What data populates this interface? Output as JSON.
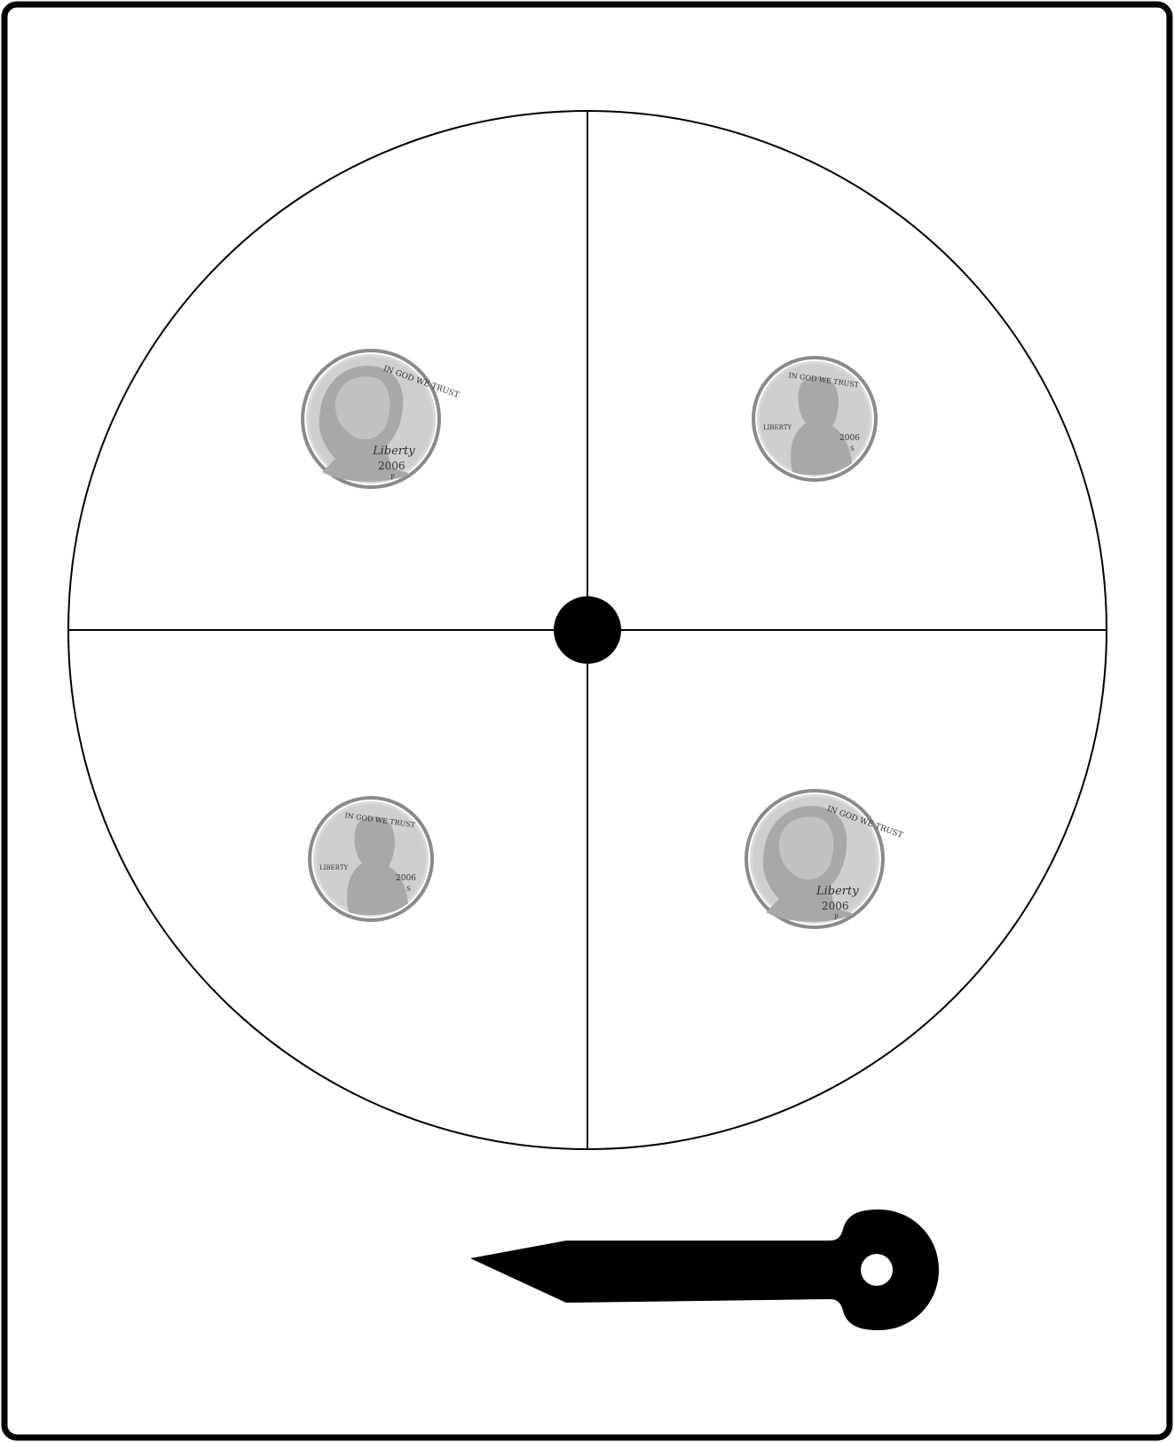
{
  "colors": {
    "ink": "#000000",
    "paper": "#ffffff",
    "coin_rim": "#8a8a8a",
    "coin_face": "#d4d4d4",
    "coin_shadow": "#a8a8a8",
    "coin_text": "#333333"
  },
  "spinner": {
    "sections": 4,
    "coins": [
      {
        "quadrant": "top-left",
        "type": "nickel",
        "motto": "IN GOD WE TRUST",
        "liberty": "Liberty",
        "year": "2006",
        "mint": "P"
      },
      {
        "quadrant": "top-right",
        "type": "penny",
        "motto": "IN GOD WE TRUST",
        "liberty": "LIBERTY",
        "year": "2006",
        "mint": "S"
      },
      {
        "quadrant": "bottom-left",
        "type": "penny",
        "motto": "IN GOD WE TRUST",
        "liberty": "LIBERTY",
        "year": "2006",
        "mint": "S"
      },
      {
        "quadrant": "bottom-right",
        "type": "nickel",
        "motto": "IN GOD WE TRUST",
        "liberty": "Liberty",
        "year": "2006",
        "mint": "P"
      }
    ]
  },
  "pointer": {
    "description_icon": "spinner-arrow-icon"
  }
}
